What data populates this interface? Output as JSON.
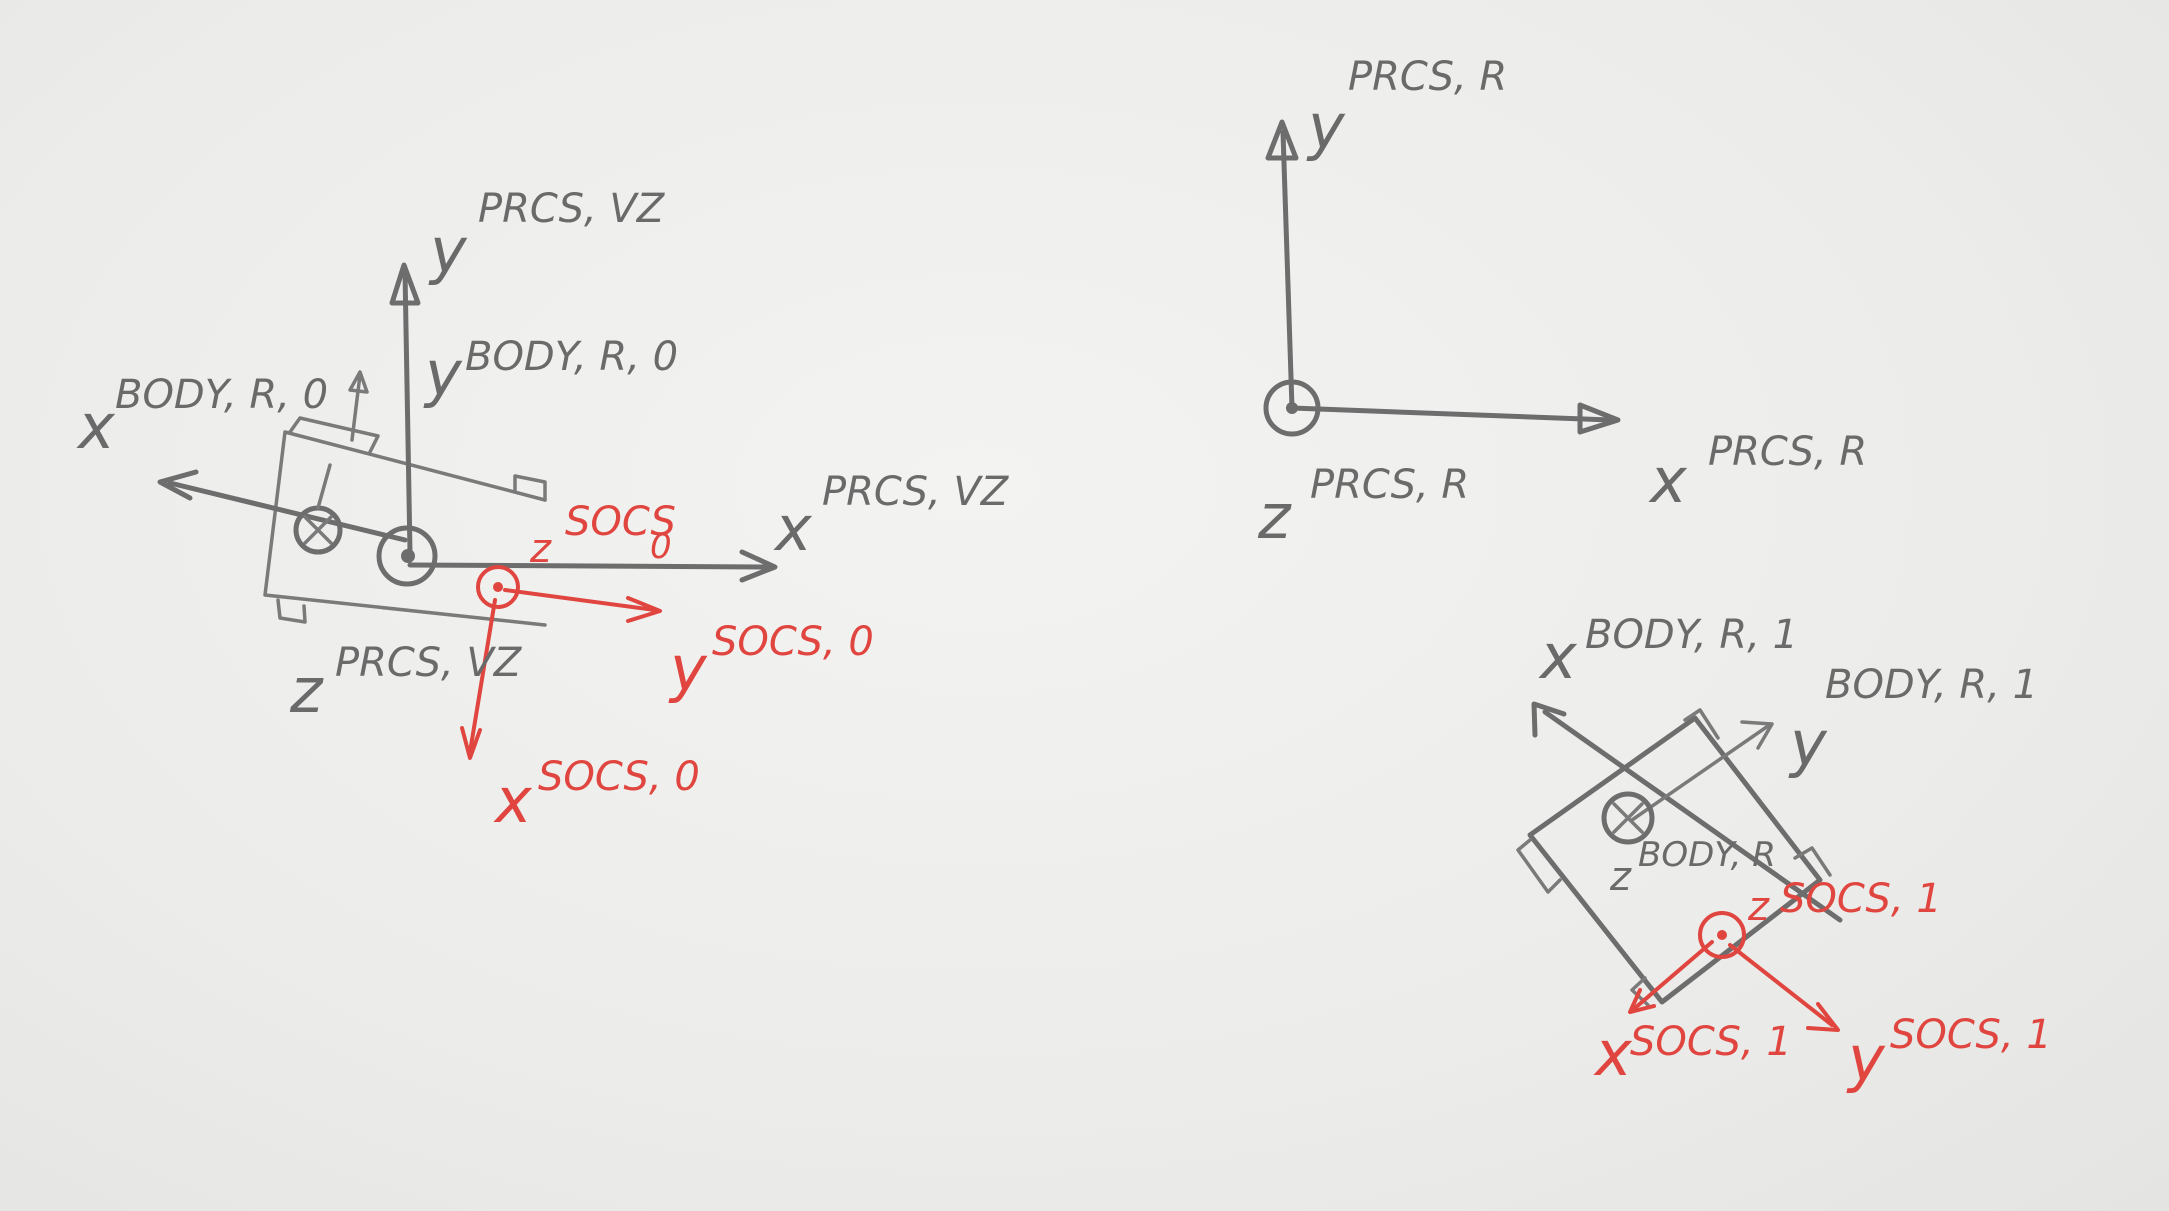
{
  "left_frame": {
    "x_prcs": {
      "base": "x",
      "sup": "PRCS, VZ"
    },
    "y_prcs": {
      "base": "y",
      "sup": "PRCS, VZ"
    },
    "z_prcs": {
      "base": "z",
      "sup": "PRCS, VZ"
    },
    "x_body": {
      "base": "x",
      "sup": "BODY, R, 0"
    },
    "y_body": {
      "base": "y",
      "sup": "BODY, R, 0"
    },
    "z_socs": {
      "base": "z",
      "sup": "SOCS",
      "sub": "0"
    },
    "x_socs": {
      "base": "x",
      "sup": "SOCS, 0"
    },
    "y_socs": {
      "base": "y",
      "sup": "SOCS, 0"
    }
  },
  "right_frame": {
    "y_prcs": {
      "base": "y",
      "sup": "PRCS, R"
    },
    "x_prcs": {
      "base": "x",
      "sup": "PRCS, R"
    },
    "z_prcs": {
      "base": "z",
      "sup": "PRCS, R"
    }
  },
  "body_frame": {
    "x_body": {
      "base": "x",
      "sup": "BODY, R, 1"
    },
    "y_body": {
      "base": "y",
      "sup": "BODY, R, 1"
    },
    "z_body": {
      "base": "z",
      "sup": "BODY, R"
    },
    "z_socs": {
      "base": "z",
      "sup": "SOCS, 1"
    },
    "x_socs": {
      "base": "x",
      "sup": "SOCS, 1"
    },
    "y_socs": {
      "base": "y",
      "sup": "SOCS, 1"
    }
  },
  "colors": {
    "pencil": "#6d6d6d",
    "red_pen": "#e0453f",
    "paper": "#efefed"
  }
}
